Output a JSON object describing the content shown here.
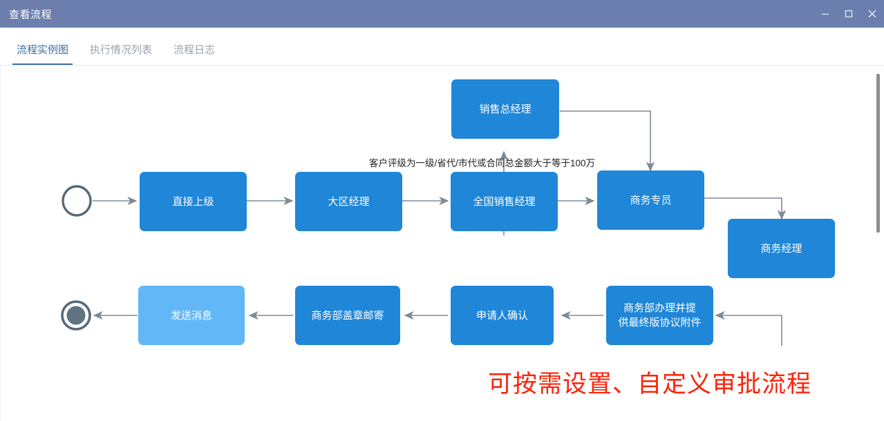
{
  "window": {
    "title": "查看流程",
    "controls": [
      {
        "name": "minimize-button",
        "icon": "minimize-icon"
      },
      {
        "name": "maximize-button",
        "icon": "maximize-icon"
      },
      {
        "name": "close-button",
        "icon": "close-icon"
      }
    ],
    "titlebar_color": "#6b7ead"
  },
  "tabs": [
    {
      "label": "流程实例图",
      "active": true
    },
    {
      "label": "执行情况列表",
      "active": false
    },
    {
      "label": "流程日志",
      "active": false
    }
  ],
  "colors": {
    "accent": "#3d6fa6",
    "node_primary": "#1f86d8",
    "node_light": "#62b7f7",
    "connector": "#7e8a96",
    "terminal": "#55697a",
    "banner": "#fe2209"
  },
  "diagram": {
    "start_node": {
      "type": "start-event",
      "shape": "circle"
    },
    "end_node": {
      "type": "end-event",
      "shape": "double-circle"
    },
    "nodes": [
      {
        "id": "n1",
        "label": "销售总经理",
        "style": "primary"
      },
      {
        "id": "n2",
        "label": "直接上级",
        "style": "primary"
      },
      {
        "id": "n3",
        "label": "大区经理",
        "style": "primary"
      },
      {
        "id": "n4",
        "label": "全国销售经理",
        "style": "primary"
      },
      {
        "id": "n5",
        "label": "商务专员",
        "style": "primary"
      },
      {
        "id": "n6",
        "label": "商务经理",
        "style": "primary"
      },
      {
        "id": "n7",
        "label": "商务部办理并提供最终版协议附件",
        "line1": "商务部办理并提",
        "line2": "供最终版协议附件",
        "style": "primary"
      },
      {
        "id": "n8",
        "label": "申请人确认",
        "style": "primary"
      },
      {
        "id": "n9",
        "label": "商务部盖章邮寄",
        "style": "primary"
      },
      {
        "id": "n10",
        "label": "发送消息",
        "style": "light"
      }
    ],
    "edge_labels": [
      {
        "id": "e1",
        "text": "客户评级为一级/省代/市代或合同总金额大于等于100万"
      }
    ]
  },
  "banner": {
    "text": "可按需设置、自定义审批流程"
  },
  "scrollbar": {
    "orientation": "vertical"
  }
}
